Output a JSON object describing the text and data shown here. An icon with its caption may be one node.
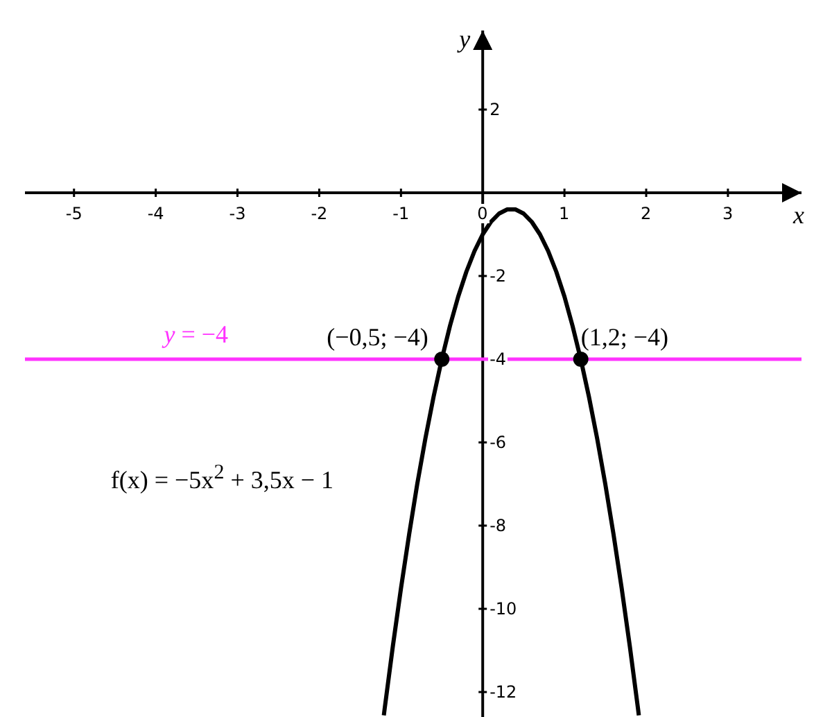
{
  "diagram": {
    "chart_data": {
      "type": "line",
      "xlabel": "x",
      "ylabel": "y",
      "xlim": [
        -5.6,
        3.9
      ],
      "ylim": [
        -12.6,
        3.9
      ],
      "xticks": [
        -5,
        -4,
        -3,
        -2,
        -1,
        0,
        1,
        2,
        3
      ],
      "yticks": [
        2,
        -2,
        -4,
        -6,
        -8,
        -10,
        -12
      ],
      "x": [
        -5.6,
        -1.21,
        -1.2,
        -1.1,
        -1.0,
        -0.9,
        -0.8,
        -0.7,
        -0.6,
        -0.5,
        -0.4,
        -0.3,
        -0.2,
        -0.1,
        0,
        0.1,
        0.2,
        0.3,
        0.4,
        0.5,
        0.6,
        0.7,
        0.8,
        0.9,
        1.0,
        1.1,
        1.2,
        1.3,
        1.4,
        1.5,
        1.6,
        1.7,
        1.8,
        1.9,
        1.91,
        3.9
      ],
      "series": [
        {
          "name": "f(x) = −5x$^{2}$ + 3,5x − 1",
          "color": "#000000",
          "values": [
            null,
            -12.56,
            -12.4,
            -10.9,
            -9.5,
            -8.2,
            -7.0,
            -5.9,
            -4.9,
            -4.0,
            -3.2,
            -2.5,
            -1.9,
            -1.4,
            -1.0,
            -0.7,
            -0.5,
            -0.4,
            -0.4,
            -0.5,
            -0.7,
            -1.0,
            -1.4,
            -1.9,
            -2.5,
            -3.2,
            -4.0,
            -4.9,
            -5.9,
            -7.0,
            -8.2,
            -9.5,
            -10.9,
            -12.4,
            -12.56,
            null
          ]
        },
        {
          "name": "*y* = −4",
          "color": "#ff33ff",
          "values": [
            -4,
            -4,
            -4,
            -4,
            -4,
            -4,
            -4,
            -4,
            -4,
            -4,
            -4,
            -4,
            -4,
            -4,
            -4,
            null,
            null,
            null,
            -4,
            -4,
            -4,
            -4,
            -4,
            -4,
            -4,
            -4,
            -4,
            -4,
            -4,
            -4,
            -4,
            -4,
            -4,
            -4,
            -4,
            -4
          ]
        }
      ],
      "annotations": [
        {
          "text": "(−0,5; −4)",
          "x": -0.5,
          "y": -4
        },
        {
          "text": "(1,2; −4)",
          "x": 1.2,
          "y": -4
        }
      ]
    }
  }
}
